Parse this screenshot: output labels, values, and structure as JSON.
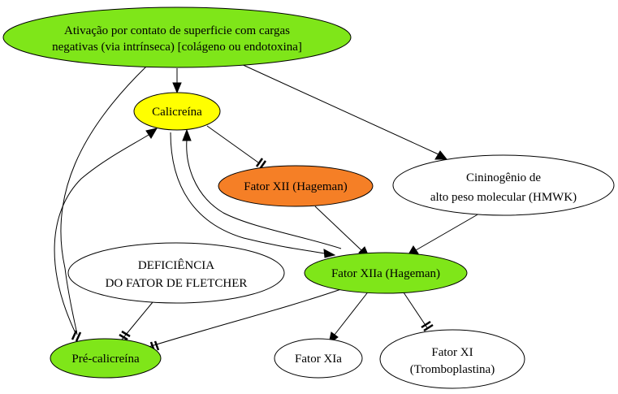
{
  "colors": {
    "green": "#7fe619",
    "yellow": "#ffff00",
    "orange": "#f57f26",
    "white": "#ffffff",
    "stroke": "#000000"
  },
  "nodes": {
    "activation": {
      "line1": "Ativação por contato de superficie com cargas",
      "line2": "negativas (via intrínseca) [colágeno ou endotoxina]",
      "fill": "green"
    },
    "kallikrein": {
      "line1": "Calicreína",
      "fill": "yellow"
    },
    "factor_xii": {
      "line1": "Fator XII (Hageman)",
      "fill": "orange"
    },
    "hmwk": {
      "line1": "Cininogênio de",
      "line2": "alto peso molecular (HMWK)",
      "fill": "white"
    },
    "factor_xiia": {
      "line1": "Fator XIIa (Hageman)",
      "fill": "green"
    },
    "fletcher": {
      "line1": "DEFICIÊNCIA",
      "line2": "DO FATOR DE FLETCHER",
      "fill": "white"
    },
    "prekallikrein": {
      "line1": "Pré-calicreína",
      "fill": "green"
    },
    "factor_xia": {
      "line1": "Fator XIa",
      "fill": "white"
    },
    "factor_xi": {
      "line1": "Fator XI",
      "line2": "(Tromboplastina)",
      "fill": "white"
    }
  },
  "edges": [
    {
      "from": "activation",
      "to": "kallikrein",
      "head": "arrow"
    },
    {
      "from": "activation",
      "to": "hmwk",
      "head": "arrow"
    },
    {
      "from": "activation",
      "to": "prekallikrein",
      "head": "tee"
    },
    {
      "from": "kallikrein",
      "to": "factor_xii",
      "head": "tee"
    },
    {
      "from": "kallikrein",
      "to": "factor_xiia",
      "head": "arrow"
    },
    {
      "from": "factor_xiia",
      "to": "kallikrein",
      "head": "arrow"
    },
    {
      "from": "prekallikrein",
      "to": "kallikrein",
      "head": "arrow"
    },
    {
      "from": "factor_xii",
      "to": "factor_xiia",
      "head": "arrow"
    },
    {
      "from": "hmwk",
      "to": "factor_xiia",
      "head": "arrow"
    },
    {
      "from": "fletcher",
      "to": "prekallikrein",
      "head": "tee"
    },
    {
      "from": "factor_xiia",
      "to": "prekallikrein",
      "head": "tee"
    },
    {
      "from": "factor_xiia",
      "to": "factor_xia",
      "head": "arrow"
    },
    {
      "from": "factor_xiia",
      "to": "factor_xi",
      "head": "tee"
    }
  ]
}
